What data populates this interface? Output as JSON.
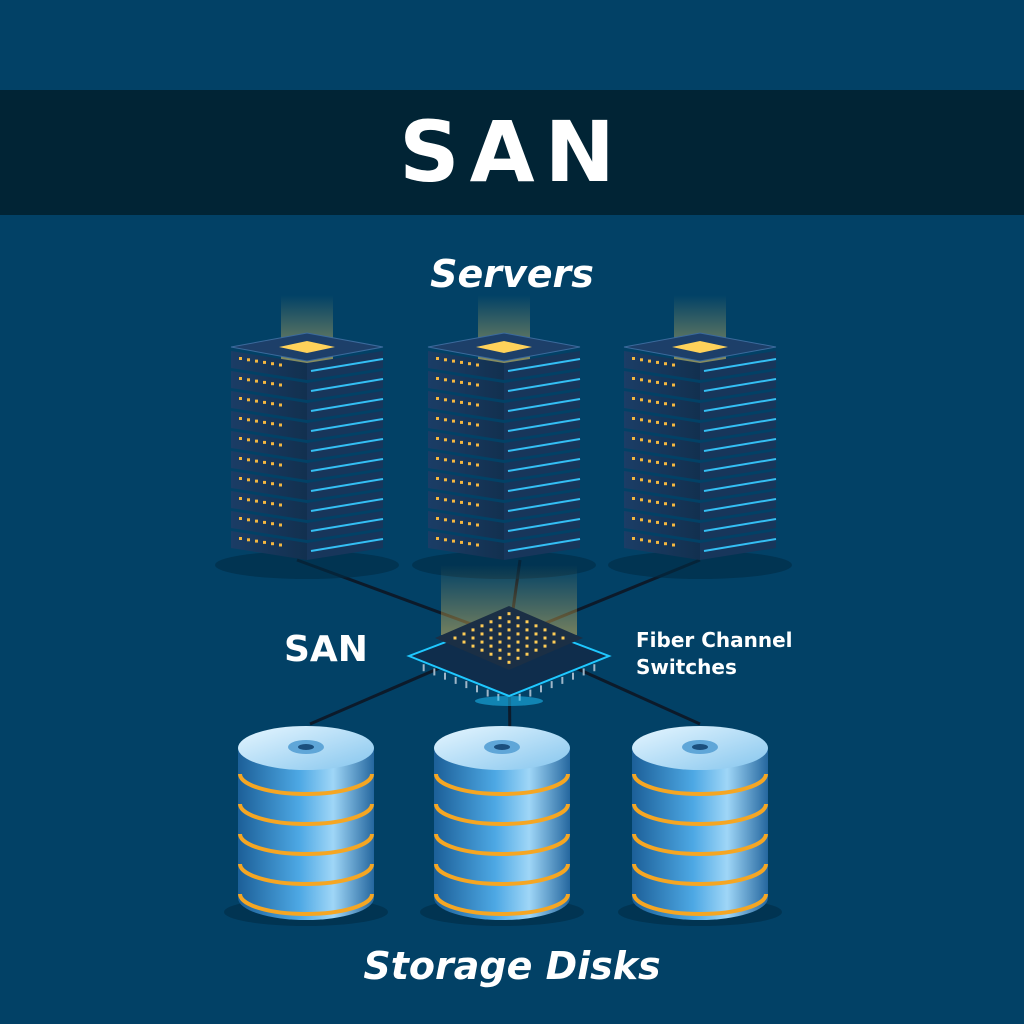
{
  "title": "SAN",
  "servers_heading": "Servers",
  "storage_heading": "Storage Disks",
  "switch_label": "SAN",
  "switch_caption_line1": "Fiber Channel",
  "switch_caption_line2": "Switches",
  "server_count": 3,
  "server_units_per_rack": 10,
  "storage_disk_count": 3,
  "platters_per_disk": 5,
  "colors": {
    "background": "#024166",
    "title_band": "#012435",
    "text": "#ffffff",
    "server_body": "#17365b",
    "server_glow": "#ffd25a",
    "server_leds": "#f4b740",
    "server_edge": "#34bff4",
    "switch_chip": "#ffcc55",
    "switch_ring": "#1fc8ff",
    "disk_metal": "#4da8e4",
    "disk_ring": "#f5a623",
    "connector": "#0c1a2a"
  }
}
